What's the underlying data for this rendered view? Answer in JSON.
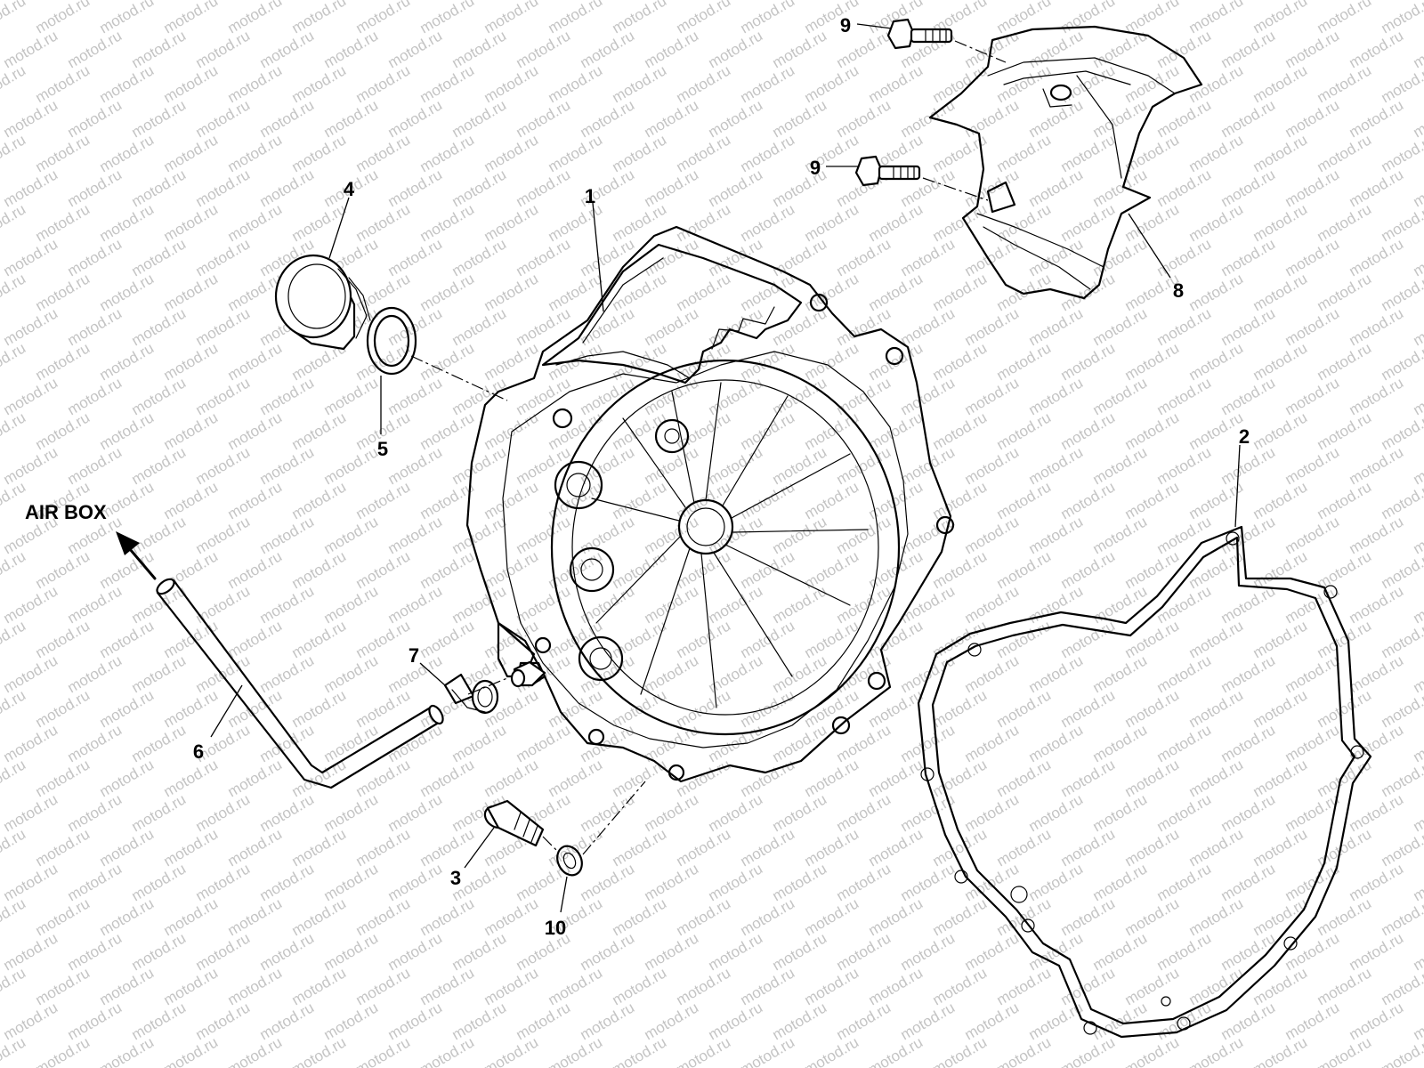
{
  "diagram": {
    "watermark": "motod.ru",
    "annotation": "AIR BOX",
    "callouts": {
      "p1": "1",
      "p2": "2",
      "p3": "3",
      "p4": "4",
      "p5": "5",
      "p6": "6",
      "p7": "7",
      "p8": "8",
      "p9a": "9",
      "p9b": "9",
      "p10": "10"
    }
  }
}
